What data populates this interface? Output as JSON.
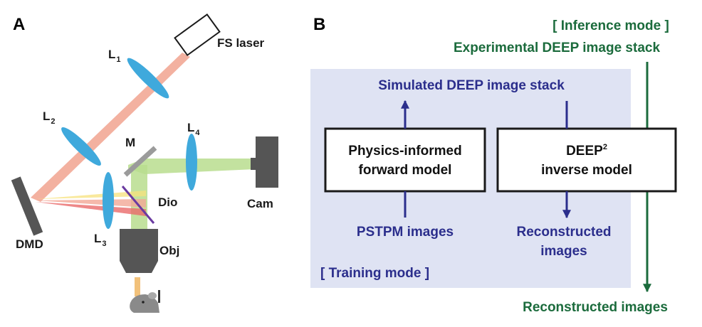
{
  "panel_a": {
    "label": "A",
    "components": {
      "fs_laser": "FS laser",
      "l1": "L",
      "l1_sub": "1",
      "l2": "L",
      "l2_sub": "2",
      "l3": "L",
      "l3_sub": "3",
      "l4": "L",
      "l4_sub": "4",
      "mirror": "M",
      "dichroic": "Dio",
      "camera": "Cam",
      "dmd": "DMD",
      "objective": "Obj"
    }
  },
  "panel_b": {
    "label": "B",
    "inference_mode": "[ Inference mode ]",
    "experimental_stack": "Experimental DEEP image stack",
    "simulated_stack": "Simulated DEEP image stack",
    "forward_model_line1": "Physics-informed",
    "forward_model_line2": "forward model",
    "inverse_model_line1": "DEEP",
    "inverse_model_sup": "2",
    "inverse_model_line2": "inverse model",
    "pstpm_images": "PSTPM images",
    "reconstructed_line1": "Reconstructed",
    "reconstructed_line2": "images",
    "training_mode": "[ Training mode ]",
    "reconstructed_output": "Reconstructed images"
  },
  "colors": {
    "laser_beam": "#f2a896",
    "detection_beam": "#b9dd8e",
    "lens": "#3fa9dc",
    "yellow_beam": "#f7e27c",
    "red_beam": "#ea6a6a",
    "training_panel": "#dfe3f3",
    "blue_text": "#2b2e8c",
    "green_text": "#1b6b3c"
  }
}
